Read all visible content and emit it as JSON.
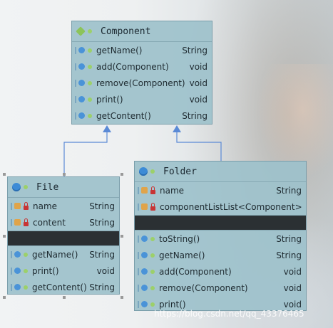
{
  "component": {
    "title": "Component",
    "methods": [
      {
        "name": "getName()",
        "type": "String"
      },
      {
        "name": "add(Component)",
        "type": "void"
      },
      {
        "name": "remove(Component)",
        "type": "void"
      },
      {
        "name": "print()",
        "type": "void"
      },
      {
        "name": "getContent()",
        "type": "String"
      }
    ]
  },
  "file": {
    "title": "File",
    "fields": [
      {
        "name": "name",
        "type": "String"
      },
      {
        "name": "content",
        "type": "String"
      }
    ],
    "methods": [
      {
        "name": "getName()",
        "type": "String"
      },
      {
        "name": "print()",
        "type": "void"
      },
      {
        "name": "getContent()",
        "type": "String"
      }
    ]
  },
  "folder": {
    "title": "Folder",
    "fields": [
      {
        "name": "name",
        "type": "String"
      },
      {
        "name": "componentList",
        "type": "List<Component>"
      }
    ],
    "methods": [
      {
        "name": "toString()",
        "type": "String"
      },
      {
        "name": "getName()",
        "type": "String"
      },
      {
        "name": "add(Component)",
        "type": "void"
      },
      {
        "name": "remove(Component)",
        "type": "void"
      },
      {
        "name": "print()",
        "type": "void"
      }
    ]
  },
  "watermark": "https://blog.csdn.net/qq_43376465",
  "colors": {
    "box": "#9dc1cb",
    "arrow": "#5b8ad6",
    "dark_band": "#2b3033"
  }
}
